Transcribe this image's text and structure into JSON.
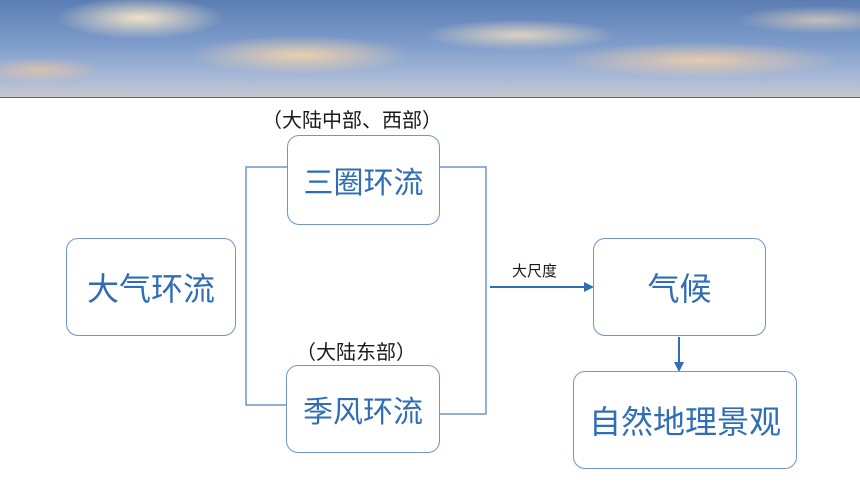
{
  "nodes": {
    "atmospheric_circulation": "大气环流",
    "three_cell_circulation": "三圈环流",
    "monsoon_circulation": "季风环流",
    "climate": "气候",
    "natural_landscape": "自然地理景观"
  },
  "annotations": {
    "three_cell_region": "（大陆中部、西部）",
    "monsoon_region": "（大陆东部）",
    "scale_label": "大尺度"
  },
  "colors": {
    "node_text": "#2f6db5",
    "node_border": "#6f95c9",
    "arrow": "#2f6db5",
    "bracket": "#6f95c9"
  }
}
